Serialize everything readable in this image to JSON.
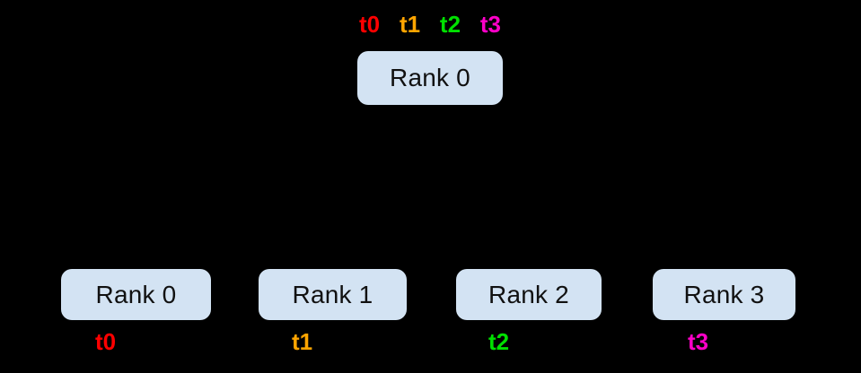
{
  "diagram": {
    "background_color": "#000000",
    "node_fill_color": "#d3e3f3",
    "node_text_color": "#111111",
    "source": {
      "label": "Rank 0",
      "tensors": [
        {
          "label": "t0",
          "color": "#ff0000"
        },
        {
          "label": "t1",
          "color": "#ffa500"
        },
        {
          "label": "t2",
          "color": "#00e000"
        },
        {
          "label": "t3",
          "color": "#ff00c8"
        }
      ]
    },
    "destinations": [
      {
        "label": "Rank 0",
        "tensor": "t0",
        "color": "#ff0000"
      },
      {
        "label": "Rank 1",
        "tensor": "t1",
        "color": "#ffa500"
      },
      {
        "label": "Rank 2",
        "tensor": "t2",
        "color": "#00e000"
      },
      {
        "label": "Rank 3",
        "tensor": "t3",
        "color": "#ff00c8"
      }
    ]
  }
}
